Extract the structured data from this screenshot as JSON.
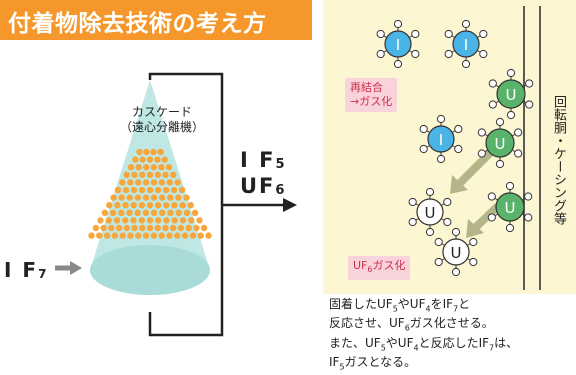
{
  "title": "付着物除去技術の考え方",
  "cascade_label": [
    "カスケード",
    "（遠心分離機）"
  ],
  "gas_outlet_1": {
    "main": "I F",
    "sub": "5"
  },
  "gas_outlet_2": {
    "main": "UF",
    "sub": "6"
  },
  "inlet": {
    "main": "I F",
    "sub": "7"
  },
  "molecule_i": "I",
  "molecule_u": "U",
  "tag_recombine": [
    "再結合",
    "→ガス化"
  ],
  "tag_uf6": {
    "pre": "UF",
    "sub": "6",
    "post": "ガス化"
  },
  "wall_label": "回転胴・ケーシング等",
  "note_lines": [
    {
      "parts": [
        "固着したUF",
        "5",
        "やUF",
        "4",
        "をIF",
        "7",
        "と"
      ]
    },
    {
      "parts": [
        "反応させ、UF",
        "6",
        "ガス化させる。"
      ]
    },
    {
      "parts": [
        "また、UF",
        "5",
        "やUF",
        "4",
        "と反応したIF",
        "7",
        "は、"
      ]
    },
    {
      "parts": [
        "IF",
        "5",
        "ガスとなる。"
      ]
    }
  ],
  "colors": {
    "title_bg": "#f5972a",
    "cone": "#bfe7e4",
    "particles": "#f7a63c",
    "panel": "#fdf6d2",
    "iodine": "#4ab4e6",
    "uranium": "#59b36a",
    "arrow": "#b5b58a"
  }
}
